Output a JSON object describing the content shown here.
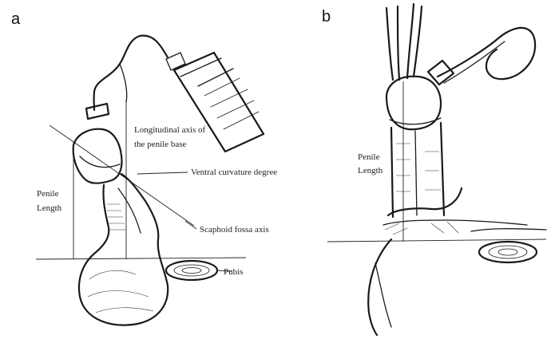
{
  "panel_a": {
    "letter": "a",
    "labels": {
      "long_axis_line1": "Longitudinal axis of",
      "long_axis_line2": "the penile base",
      "ventral": "Ventral curvature degree",
      "scaphoid": "Scaphoid fossa axis",
      "penile": "Penile",
      "length": "Length",
      "pubis": "Pubis"
    }
  },
  "panel_b": {
    "letter": "b",
    "labels": {
      "penile": "Penile",
      "length": "Length"
    }
  }
}
